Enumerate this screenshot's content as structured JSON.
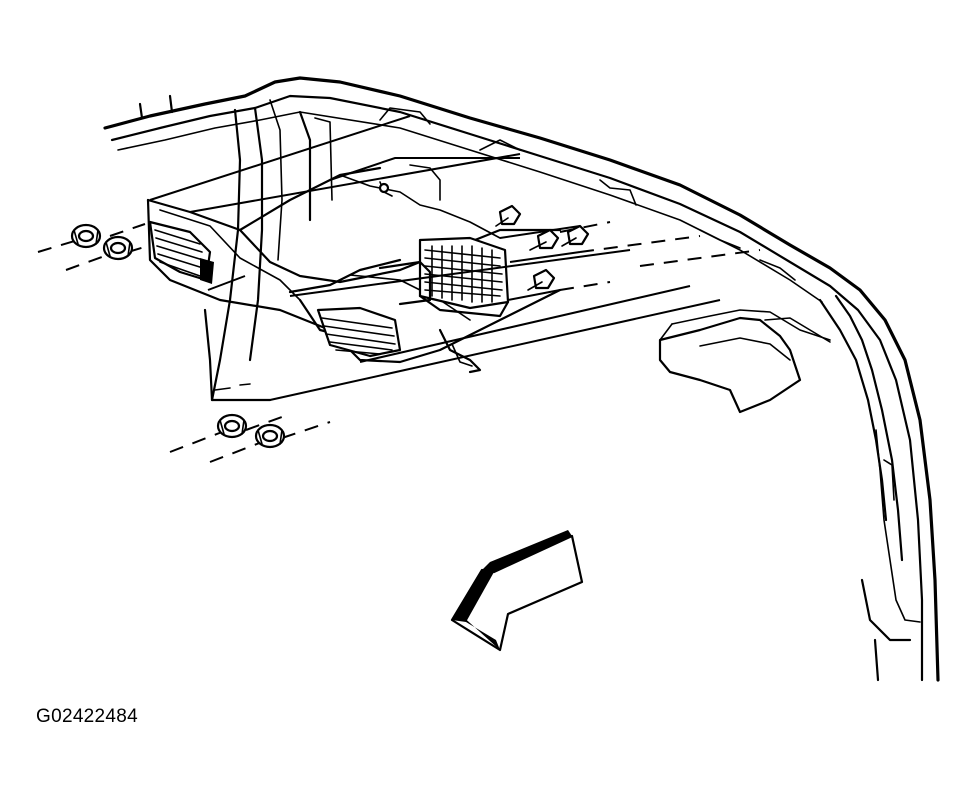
{
  "figure": {
    "code": "G02422484"
  },
  "parts": [
    {
      "name": "rear-bumper-fascia"
    },
    {
      "name": "tail-lamp-left"
    },
    {
      "name": "tail-lamp-right"
    },
    {
      "name": "license-plate-lamp"
    },
    {
      "name": "mounting-nuts"
    },
    {
      "name": "fascia-bolts"
    },
    {
      "name": "front-direction-arrow"
    }
  ]
}
